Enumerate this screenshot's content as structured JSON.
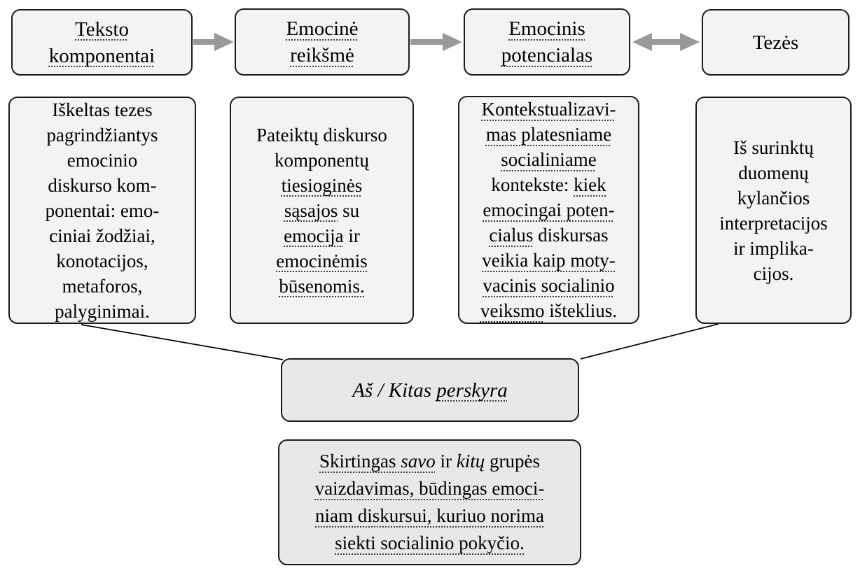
{
  "colors": {
    "box_fill_light": "#f3f3f3",
    "box_fill_gray": "#e8e8e8",
    "border": "#1c1c1c",
    "arrow": "#999999",
    "text": "#000000",
    "connector": "#000000"
  },
  "boxes": {
    "top_row": [
      {
        "name": "teksto-komponentai",
        "lines": [
          [
            {
              "t": "Teksto",
              "u": true
            }
          ],
          [
            {
              "t": "komponentai",
              "u": true
            }
          ]
        ]
      },
      {
        "name": "emocine-reiksme",
        "lines": [
          [
            {
              "t": "Emocinė",
              "u": true
            }
          ],
          [
            {
              "t": "reikšmė",
              "u": true
            }
          ]
        ]
      },
      {
        "name": "emocinis-potencialas",
        "lines": [
          [
            {
              "t": "Emocinis",
              "u": true
            }
          ],
          [
            {
              "t": "potencialas",
              "u": true
            }
          ]
        ]
      },
      {
        "name": "tezes",
        "lines": [
          [
            {
              "t": "Tezės"
            }
          ]
        ]
      }
    ],
    "body_row": [
      {
        "name": "teksto-komponentai-desc",
        "lines": [
          [
            {
              "t": "Iškeltas tezes"
            }
          ],
          [
            {
              "t": "pagrindžiantys"
            }
          ],
          [
            {
              "t": "emocinio"
            }
          ],
          [
            {
              "t": "diskurso kom-"
            }
          ],
          [
            {
              "t": "ponentai: emo-"
            }
          ],
          [
            {
              "t": "ciniai žodžiai,"
            }
          ],
          [
            {
              "t": "konotacijos,"
            }
          ],
          [
            {
              "t": "metaforos,"
            }
          ],
          [
            {
              "t": "palyginimai."
            }
          ]
        ]
      },
      {
        "name": "emocine-reiksme-desc",
        "lines": [
          [
            {
              "t": "Pateiktų diskurso"
            }
          ],
          [
            {
              "t": "komponentų"
            }
          ],
          [
            {
              "t": "tiesioginės",
              "u": true
            }
          ],
          [
            {
              "t": "sąsajos",
              "u": true
            },
            {
              "t": " su"
            }
          ],
          [
            {
              "t": "emocija",
              "u": true
            },
            {
              "t": " ir"
            }
          ],
          [
            {
              "t": "emocinėmis",
              "u": true
            }
          ],
          [
            {
              "t": "būsenomis.",
              "u": true
            }
          ]
        ]
      },
      {
        "name": "emocinis-potencialas-desc",
        "lines": [
          [
            {
              "t": "Kontekstualizavi-",
              "u": true
            }
          ],
          [
            {
              "t": "mas platesniame",
              "u": true
            }
          ],
          [
            {
              "t": "socialiniame",
              "u": true
            }
          ],
          [
            {
              "t": "kontekste: "
            },
            {
              "t": "kiek",
              "u": true
            }
          ],
          [
            {
              "t": "emocingai poten-",
              "u": true
            }
          ],
          [
            {
              "t": "cialus",
              "u": true
            },
            {
              "t": " diskursas"
            }
          ],
          [
            {
              "t": "veikia kaip moty-",
              "u": true
            }
          ],
          [
            {
              "t": "vacinis socialinio",
              "u": true
            }
          ],
          [
            {
              "t": "veiksmo",
              "u": true
            },
            {
              "t": " išteklius."
            }
          ]
        ]
      },
      {
        "name": "tezes-desc",
        "lines": [
          [
            {
              "t": "Iš surinktų"
            }
          ],
          [
            {
              "t": "duomenų"
            }
          ],
          [
            {
              "t": "kylančios"
            }
          ],
          [
            {
              "t": "interpretacijos"
            }
          ],
          [
            {
              "t": "ir implika-"
            }
          ],
          [
            {
              "t": "cijos."
            }
          ]
        ]
      }
    ],
    "center": {
      "name": "as-kitas-perskyra",
      "lines": [
        [
          {
            "t": "Aš / Kitas ",
            "i": true
          },
          {
            "t": "perskyra",
            "i": true,
            "u": true
          }
        ]
      ]
    },
    "bottom": {
      "name": "as-kitas-perskyra-desc",
      "lines": [
        [
          {
            "t": "Skirtingas ",
            "u": true
          },
          {
            "t": "savo",
            "u": true,
            "i": true
          },
          {
            "t": " ir "
          },
          {
            "t": "kitų",
            "i": true
          },
          {
            "t": " grupės"
          }
        ],
        [
          {
            "t": "vaizdavimas, būdingas emoci-",
            "u": true
          }
        ],
        [
          {
            "t": "niam diskursui, kuriuo norima",
            "u": true
          }
        ],
        [
          {
            "t": "siekti socialinio pokyčio.",
            "u": true
          }
        ]
      ]
    }
  },
  "connections": {
    "arrows": [
      {
        "from": "teksto-komponentai",
        "to": "emocine-reiksme",
        "type": "arrow-right"
      },
      {
        "from": "emocine-reiksme",
        "to": "emocinis-potencialas",
        "type": "arrow-right"
      },
      {
        "from": "emocinis-potencialas",
        "to": "tezes",
        "type": "arrow-double"
      }
    ],
    "lines": [
      {
        "from": "teksto-komponentai-desc",
        "to": "as-kitas-perskyra"
      },
      {
        "from": "tezes-desc",
        "to": "as-kitas-perskyra"
      }
    ]
  }
}
